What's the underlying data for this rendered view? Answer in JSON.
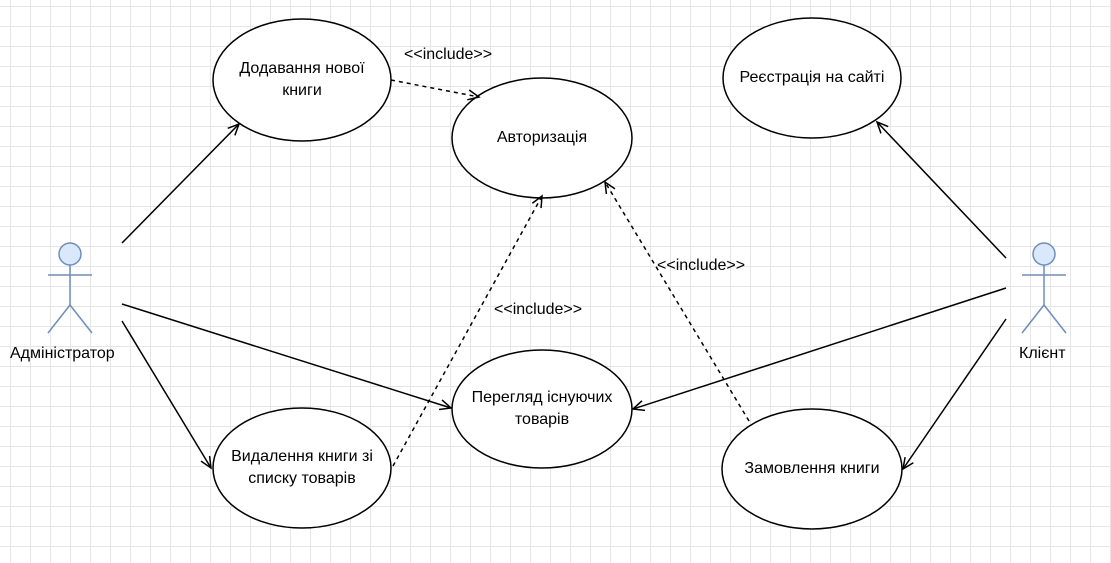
{
  "diagram": {
    "actors": {
      "admin": {
        "label": "Адміністратор",
        "icon": "stick-figure-icon"
      },
      "client": {
        "label": "Клієнт",
        "icon": "stick-figure-icon"
      }
    },
    "use_cases": {
      "add_book": "Додавання нової\nкниги",
      "authorization": "Авторизація",
      "registration": "Реєстрація на сайті",
      "view_products": "Перегляд існуючих\nтоварів",
      "delete_book": "Видалення книги зі\nсписку товарів",
      "order_book": "Замовлення книги"
    },
    "relations": {
      "include_add": "<<include>>",
      "include_delete": "<<include>>",
      "include_order": "<<include>>"
    },
    "colors": {
      "actor_fill": "#dae8fc",
      "actor_stroke": "#6c8ebf",
      "line": "#000000"
    }
  }
}
